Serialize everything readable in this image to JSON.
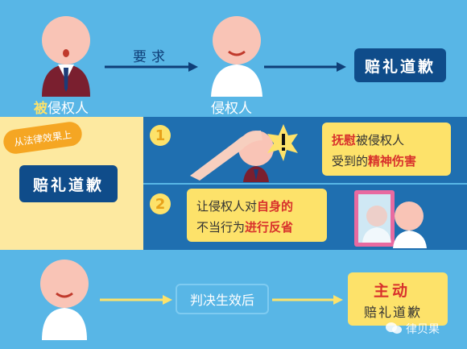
{
  "top": {
    "infringer_prefix": "被",
    "infringer_suffix": "侵权人",
    "arrow_label": "要求",
    "victim_label": "侵权人",
    "demand_box": "赔礼道歉"
  },
  "middle": {
    "tag": "从法律效果上",
    "left_box": "赔礼道歉",
    "item1_num": "1",
    "item1_line1_a": "抚慰",
    "item1_line1_b": "被侵权人",
    "item1_line2_a": "受到的",
    "item1_line2_b": "精神伤害",
    "item2_num": "2",
    "item2_line1_a": "让侵权人对",
    "item2_line1_b": "自身的",
    "item2_line2_a": "不当行为",
    "item2_line2_b": "进行反省"
  },
  "bottom": {
    "judgment_label": "判决生效后",
    "result_line1": "主动",
    "result_line2": "赔礼道歉"
  },
  "watermark": "律贝果",
  "colors": {
    "sky": "#58b6e6",
    "navy_band": "#1f6fb0",
    "navy_box": "#0f4c8a",
    "yellow": "#fde26a",
    "orange_text": "#e8a21a",
    "red_emphasis": "#d8312c"
  }
}
